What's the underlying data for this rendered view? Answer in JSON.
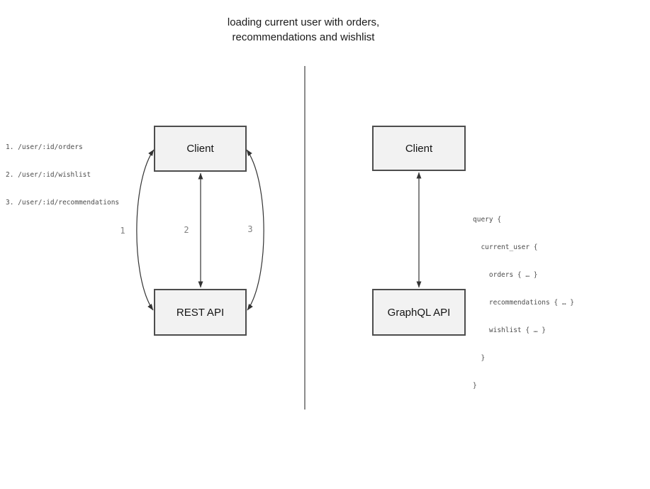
{
  "title": {
    "line1": "loading current user with orders,",
    "line2": "recommendations and wishlist"
  },
  "rest_side": {
    "client_label": "Client",
    "api_label": "REST API",
    "endpoints": [
      "1. /user/:id/orders",
      "2. /user/:id/wishlist",
      "3. /user/:id/recommendations"
    ],
    "arrow_labels": [
      "1",
      "2",
      "3"
    ]
  },
  "graphql_side": {
    "client_label": "Client",
    "api_label": "GraphQL API",
    "query_lines": [
      "query {",
      "  current_user {",
      "    orders { … }",
      "    recommendations { … }",
      "    wishlist { … }",
      "  }",
      "}"
    ]
  },
  "colors": {
    "box_fill": "#f2f2f2",
    "box_border": "#4d4d4d",
    "arrow": "#333333",
    "divider": "#666666",
    "code_text": "#4d4d4d",
    "arrow_label_text": "#808080"
  }
}
